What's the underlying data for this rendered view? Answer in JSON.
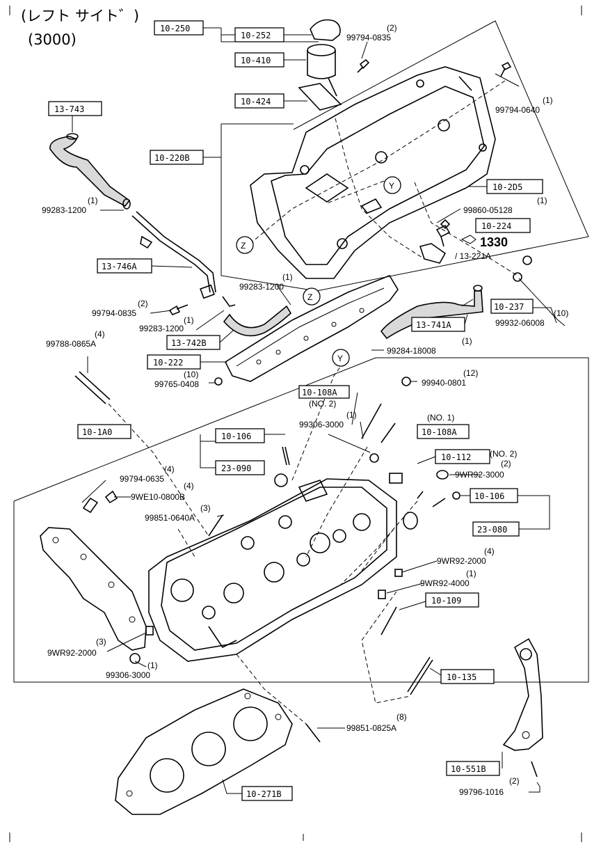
{
  "header": {
    "title": "(レフト サイト゛)",
    "subtitle": "(3000)"
  },
  "labels": {
    "l10_250": "10-250",
    "l10_252": "10-252",
    "l10_410": "10-410",
    "l10_424": "10-424",
    "l13_743": "13-743",
    "l10_220B": "10-220B",
    "l10_2D5": "10-2D5",
    "l10_224": "10-224",
    "l13_746A": "13-746A",
    "l13_742B": "13-742B",
    "l10_222": "10-222",
    "l13_741A": "13-741A",
    "l10_237": "10-237",
    "l10_108A_top": "10-108A",
    "l10_108A_right": "10-108A",
    "l10_1A0": "10-1A0",
    "l10_106_left": "10-106",
    "l23_090": "23-090",
    "l10_112": "10-112",
    "l10_106_right": "10-106",
    "l23_080": "23-080",
    "l10_109": "10-109",
    "l10_135": "10-135",
    "l10_551B": "10-551B",
    "l10_271B": "10-271B"
  },
  "parts": {
    "p99794_0835_top": "99794-0835",
    "q99794_0835_top": "(2)",
    "p99794_0640": "99794-0640",
    "q99794_0640": "(1)",
    "p99283_1200_a": "99283-1200",
    "q99283_1200_a": "(1)",
    "p99860_05128": "99860-05128",
    "q99860_05128": "(1)",
    "p1330": "1330",
    "p13_221A": "/ 13-221A",
    "p99283_1200_b": "99283-1200",
    "q99283_1200_b": "(1)",
    "p99794_0835_mid": "99794-0835",
    "q99794_0835_mid": "(2)",
    "p99283_1200_c": "99283-1200",
    "q99283_1200_c": "(1)",
    "p99932_06008": "99932-06008",
    "q99932_06008": "(10)",
    "p99284_18008": "99284-18008",
    "q99284_18008": "(1)",
    "p99788_0865A": "99788-0865A",
    "q99788_0865A": "(4)",
    "p99765_0408": "99765-0408",
    "q99765_0408": "(10)",
    "p99940_0801": "99940-0801",
    "q99940_0801": "(12)",
    "no2_a": "(NO. 2)",
    "no1": "(NO. 1)",
    "p99306_3000_top": "99306-3000",
    "q99306_3000_top": "(1)",
    "no2_b": "(NO. 2)",
    "p9WR92_3000": "9WR92-3000",
    "q9WR92_3000": "(2)",
    "p99794_0635": "99794-0635",
    "q99794_0635": "(4)",
    "p9WE10_0800B": "9WE10-0800B",
    "q9WE10_0800B": "(4)",
    "p99851_0640A": "99851-0640A",
    "q99851_0640A": "(3)",
    "p9WR92_2000_r": "9WR92-2000",
    "q9WR92_2000_r": "(4)",
    "p9WR92_4000": "9WR92-4000",
    "q9WR92_4000": "(1)",
    "p9WR92_2000_l": "9WR92-2000",
    "q9WR92_2000_l": "(3)",
    "p99306_3000_bot": "99306-3000",
    "q99306_3000_bot": "(1)",
    "p99851_0825A": "99851-0825A",
    "q99851_0825A": "(8)",
    "p99796_1016": "99796-1016",
    "q99796_1016": "(2)"
  },
  "refs": {
    "z": "Z",
    "y": "Y"
  }
}
